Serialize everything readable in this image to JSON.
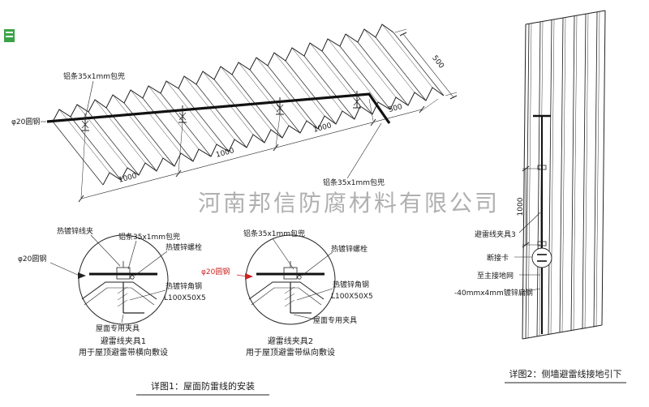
{
  "watermark": {
    "text": "河南邦信防腐材料有限公司"
  },
  "main": {
    "label_alu_top": "铝条35x1mm包兜",
    "label_alu_bottom": "铝条35x1mm包兜",
    "label_round_steel": "φ20圆钢",
    "dims": {
      "d1": "1000",
      "d2": "1000",
      "d3": "1000",
      "d4": "500",
      "d5": "500"
    },
    "caption": "详图1：屋面防雷线的安装"
  },
  "detail1": {
    "title": "避雷线夹具1",
    "subtitle": "用于屋顶避雷带横向敷设",
    "labels": {
      "clamp": "热镀锌线夹",
      "alu": "铝条35x1mm包兜",
      "bolt": "热镀锌螺栓",
      "round_steel": "φ20圆钢",
      "angle": "热镀锌角钢",
      "angle_spec": "L100X50X5",
      "fixture": "屋面专用夹具"
    }
  },
  "detail2": {
    "title": "避雷线夹具2",
    "subtitle": "用于屋顶避雷带纵向敷设",
    "labels": {
      "alu": "铝条35x1mm包兜",
      "bolt": "热镀锌螺栓",
      "round_steel": "φ20圆钢",
      "angle": "热镀锌角钢",
      "angle_spec": "L100X50X5",
      "fixture": "屋面专用夹具"
    }
  },
  "wall": {
    "dim": "1000",
    "label_clamp": "避雷线夹具3",
    "label_disconnect": "断接卡",
    "label_ground": "至主接地网",
    "label_flat_steel": "-40mmx4mm镀锌扁钢",
    "caption": "详图2：侧墙避雷线接地引下"
  },
  "colors": {
    "red": "#cc2222",
    "line": "#1a1a1a",
    "watermark": "#a3a3a3",
    "logo_green": "#3aa347"
  }
}
